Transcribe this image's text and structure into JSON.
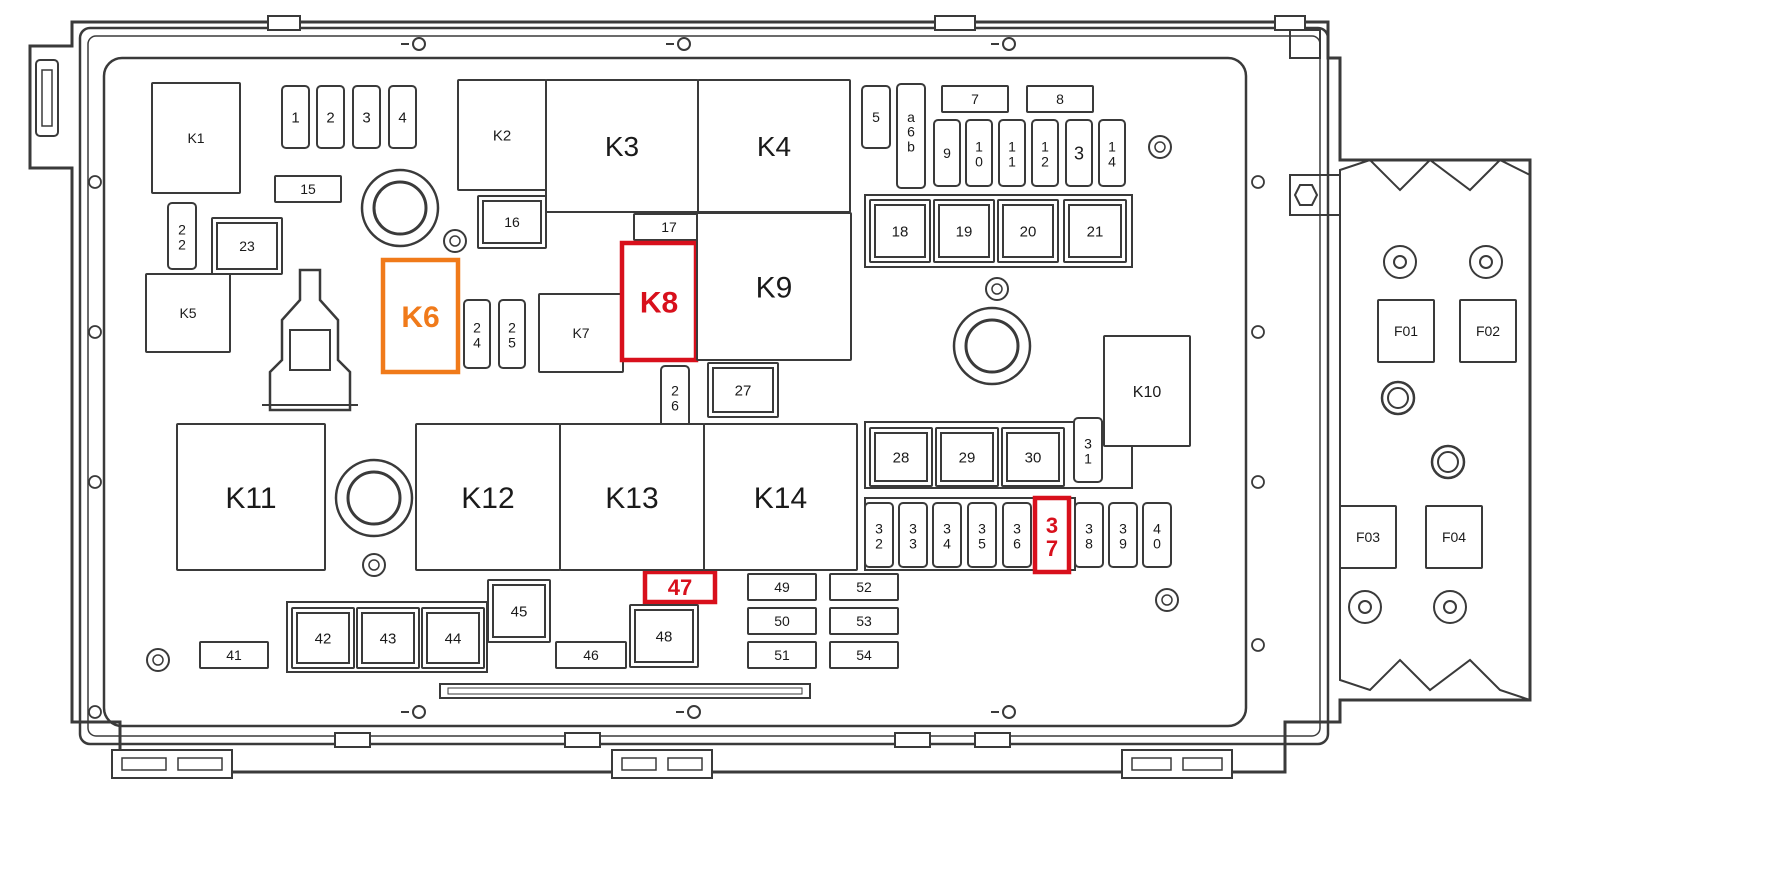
{
  "diagram": {
    "relays": [
      {
        "id": "k1",
        "label": "K1"
      },
      {
        "id": "k2",
        "label": "K2"
      },
      {
        "id": "k3",
        "label": "K3"
      },
      {
        "id": "k4",
        "label": "K4"
      },
      {
        "id": "k5",
        "label": "K5"
      },
      {
        "id": "k6",
        "label": "K6"
      },
      {
        "id": "k7",
        "label": "K7"
      },
      {
        "id": "k8",
        "label": "K8"
      },
      {
        "id": "k9",
        "label": "K9"
      },
      {
        "id": "k10",
        "label": "K10"
      },
      {
        "id": "k11",
        "label": "K11"
      },
      {
        "id": "k12",
        "label": "K12"
      },
      {
        "id": "k13",
        "label": "K13"
      },
      {
        "id": "k14",
        "label": "K14"
      }
    ],
    "fuses": [
      {
        "id": "f1",
        "label": "1"
      },
      {
        "id": "f2",
        "label": "2"
      },
      {
        "id": "f3",
        "label": "3"
      },
      {
        "id": "f4",
        "label": "4"
      },
      {
        "id": "f5",
        "label": "5"
      },
      {
        "id": "f6",
        "label": "6"
      },
      {
        "id": "f7",
        "label": "7"
      },
      {
        "id": "f8",
        "label": "8"
      },
      {
        "id": "f9",
        "label": "9"
      },
      {
        "id": "f10",
        "label": "10"
      },
      {
        "id": "f11",
        "label": "11"
      },
      {
        "id": "f12",
        "label": "12"
      },
      {
        "id": "f13",
        "label": "3"
      },
      {
        "id": "f14",
        "label": "14"
      },
      {
        "id": "f15",
        "label": "15"
      },
      {
        "id": "f16",
        "label": "16"
      },
      {
        "id": "f17",
        "label": "17"
      },
      {
        "id": "f18",
        "label": "18"
      },
      {
        "id": "f19",
        "label": "19"
      },
      {
        "id": "f20",
        "label": "20"
      },
      {
        "id": "f21",
        "label": "21"
      },
      {
        "id": "f22",
        "label": "22"
      },
      {
        "id": "f23",
        "label": "23"
      },
      {
        "id": "f24",
        "label": "24"
      },
      {
        "id": "f25",
        "label": "25"
      },
      {
        "id": "f26",
        "label": "26"
      },
      {
        "id": "f27",
        "label": "27"
      },
      {
        "id": "f28",
        "label": "28"
      },
      {
        "id": "f29",
        "label": "29"
      },
      {
        "id": "f30",
        "label": "30"
      },
      {
        "id": "f31",
        "label": "31"
      },
      {
        "id": "f32",
        "label": "32"
      },
      {
        "id": "f33",
        "label": "33"
      },
      {
        "id": "f34",
        "label": "34"
      },
      {
        "id": "f35",
        "label": "35"
      },
      {
        "id": "f36",
        "label": "36"
      },
      {
        "id": "f37",
        "label": "37"
      },
      {
        "id": "f38",
        "label": "38"
      },
      {
        "id": "f39",
        "label": "39"
      },
      {
        "id": "f40",
        "label": "40"
      },
      {
        "id": "f41",
        "label": "41"
      },
      {
        "id": "f42",
        "label": "42"
      },
      {
        "id": "f43",
        "label": "43"
      },
      {
        "id": "f44",
        "label": "44"
      },
      {
        "id": "f45",
        "label": "45"
      },
      {
        "id": "f46",
        "label": "46"
      },
      {
        "id": "f47",
        "label": "47"
      },
      {
        "id": "f48",
        "label": "48"
      },
      {
        "id": "f49",
        "label": "49"
      },
      {
        "id": "f50",
        "label": "50"
      },
      {
        "id": "f51",
        "label": "51"
      },
      {
        "id": "f52",
        "label": "52"
      },
      {
        "id": "f53",
        "label": "53"
      },
      {
        "id": "f54",
        "label": "54"
      }
    ],
    "maxi_fuses": [
      {
        "id": "F01",
        "label": "F01"
      },
      {
        "id": "F02",
        "label": "F02"
      },
      {
        "id": "F03",
        "label": "F03"
      },
      {
        "id": "F04",
        "label": "F04"
      }
    ],
    "highlighted": [
      {
        "ref": "k6",
        "color": "#f07a1a"
      },
      {
        "ref": "k8",
        "color": "#d8101c"
      },
      {
        "ref": "f37",
        "color": "#d8101c"
      },
      {
        "ref": "f47",
        "color": "#d8101c"
      }
    ],
    "colors": {
      "line": "#3a3a3a",
      "text": "#1a1a1a",
      "orange": "#f07a1a",
      "red": "#d8101c"
    }
  }
}
